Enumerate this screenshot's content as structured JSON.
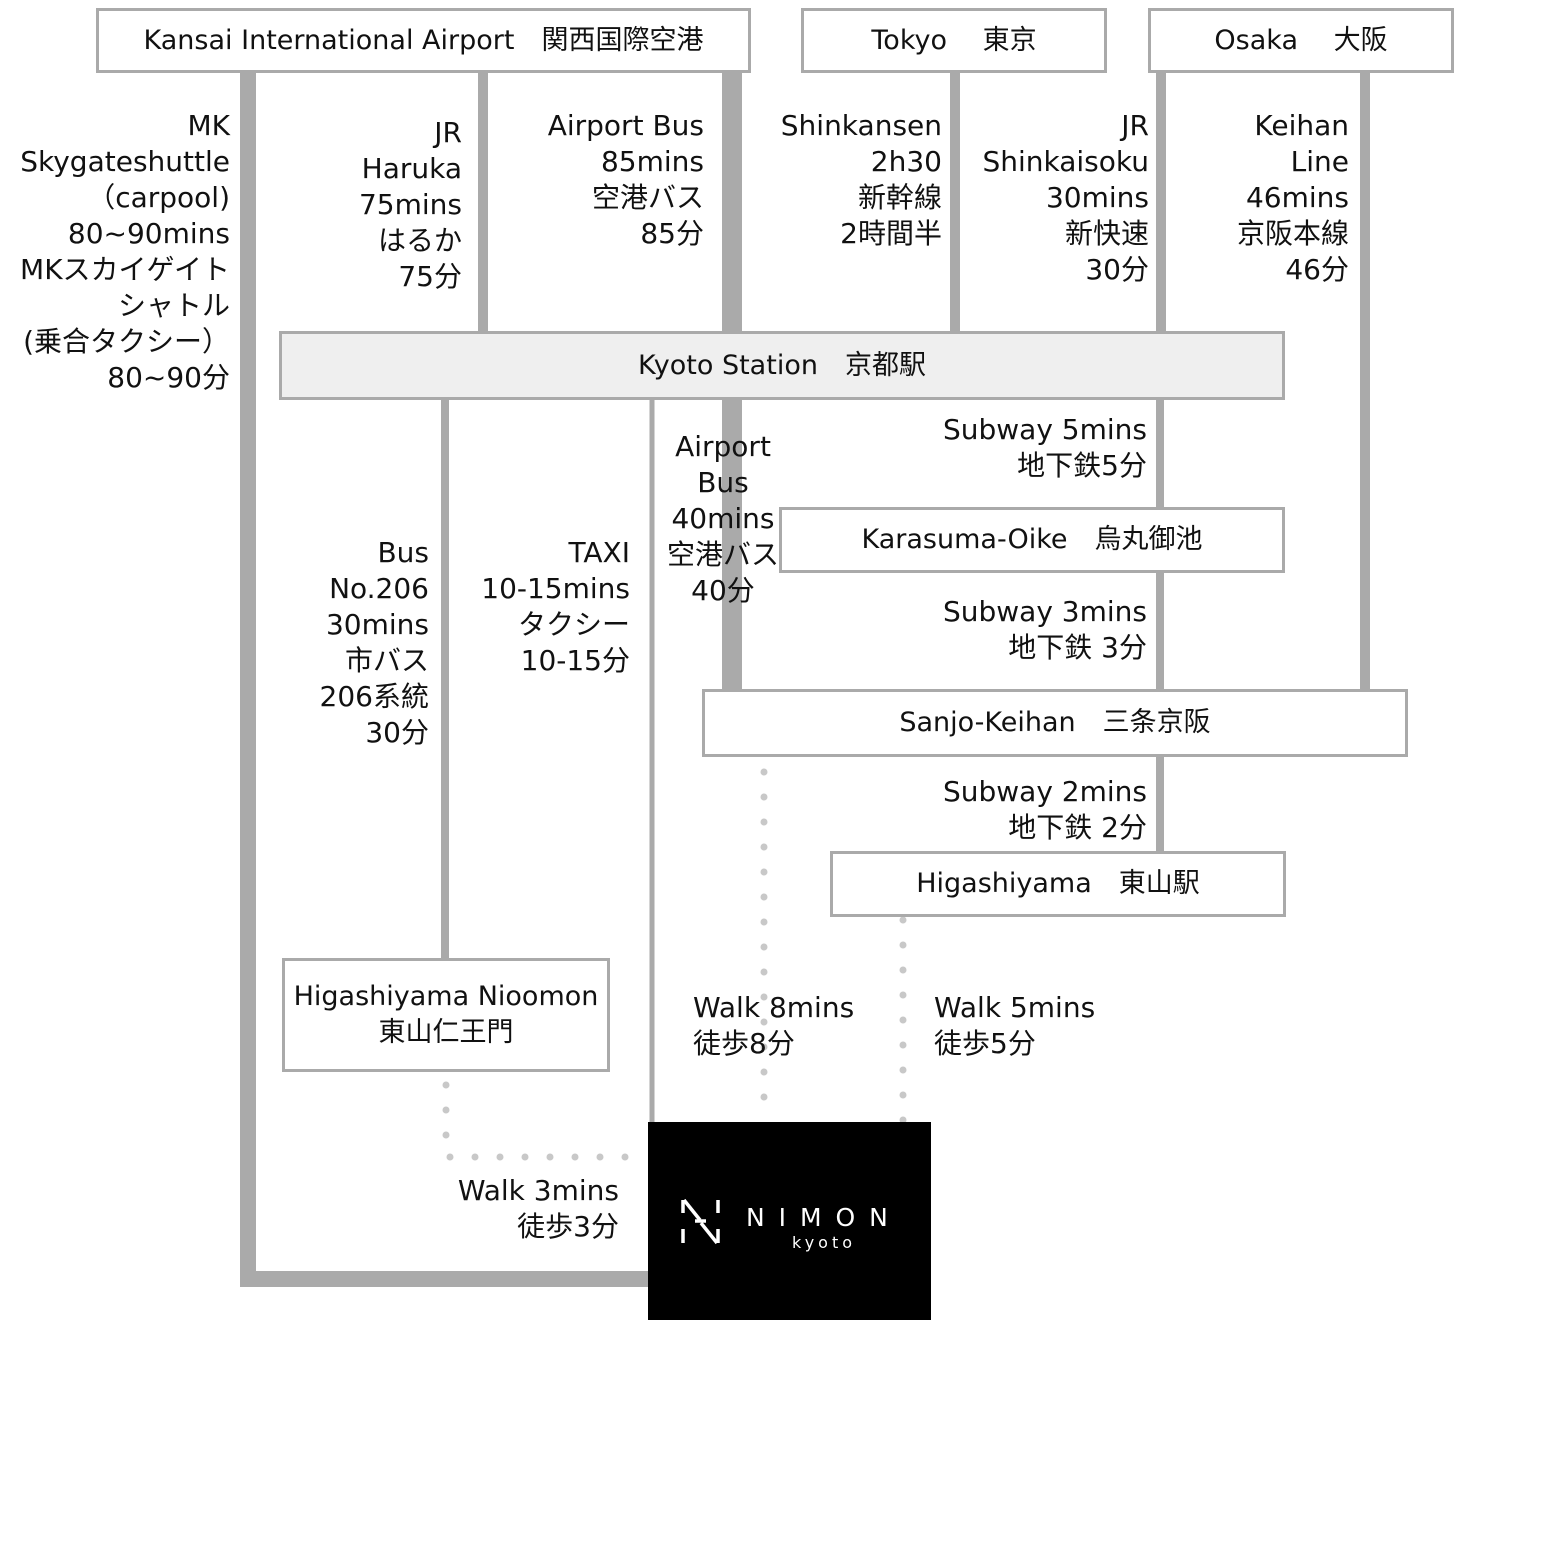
{
  "stations": {
    "kansai": "Kansai International Airport　関西国際空港",
    "tokyo": "Tokyo　 東京",
    "osaka": "Osaka　 大阪",
    "kyoto": "Kyoto Station　京都駅",
    "karasuma": "Karasuma-Oike　烏丸御池",
    "sanjo": "Sanjo-Keihan　三条京阪",
    "higashiyama": "Higashiyama　東山駅",
    "nioomon_en": "Higashiyama Nioomon",
    "nioomon_jp": "東山仁王門"
  },
  "routes": {
    "mk": [
      "MK",
      "Skygateshuttle",
      "（carpool)",
      "80~90mins",
      "MKスカイゲイト",
      "シャトル",
      "(乗合タクシー）",
      "80~90分"
    ],
    "haruka": [
      "JR",
      "Haruka",
      "75mins",
      "はるか",
      "75分"
    ],
    "airport_bus_85": [
      "Airport Bus",
      "85mins",
      "空港バス",
      "85分"
    ],
    "shinkansen": [
      "Shinkansen",
      "2h30",
      "新幹線",
      "2時間半"
    ],
    "shinkaisoku": [
      "JR",
      "Shinkaisoku",
      "30mins",
      "新快速",
      "30分"
    ],
    "keihan": [
      "Keihan",
      "Line",
      "46mins",
      "京阪本線",
      "46分"
    ],
    "bus206": [
      "Bus",
      "No.206",
      "30mins",
      "市バス",
      "206系統",
      "30分"
    ],
    "taxi": [
      "TAXI",
      "10-15mins",
      "タクシー",
      "10-15分"
    ],
    "airport_bus_40": [
      "Airport",
      "Bus",
      "40mins",
      "空港バス",
      "40分"
    ],
    "subway5": [
      "Subway 5mins",
      "地下鉄5分"
    ],
    "subway3": [
      "Subway 3mins",
      "地下鉄 3分"
    ],
    "subway2": [
      "Subway 2mins",
      "地下鉄 2分"
    ],
    "walk8": [
      "Walk 8mins",
      "徒歩8分"
    ],
    "walk5": [
      "Walk 5mins",
      "徒歩5分"
    ],
    "walk3": [
      "Walk 3mins",
      "徒歩3分"
    ]
  },
  "logo": {
    "brand": "N I M O N",
    "sub": "kyoto"
  },
  "colors": {
    "line_dark": "#aaaaaa",
    "station_border": "#aaaaaa",
    "station_fill": "#efefef",
    "dots": "#c8c8c8",
    "logo_bg": "#000000"
  }
}
